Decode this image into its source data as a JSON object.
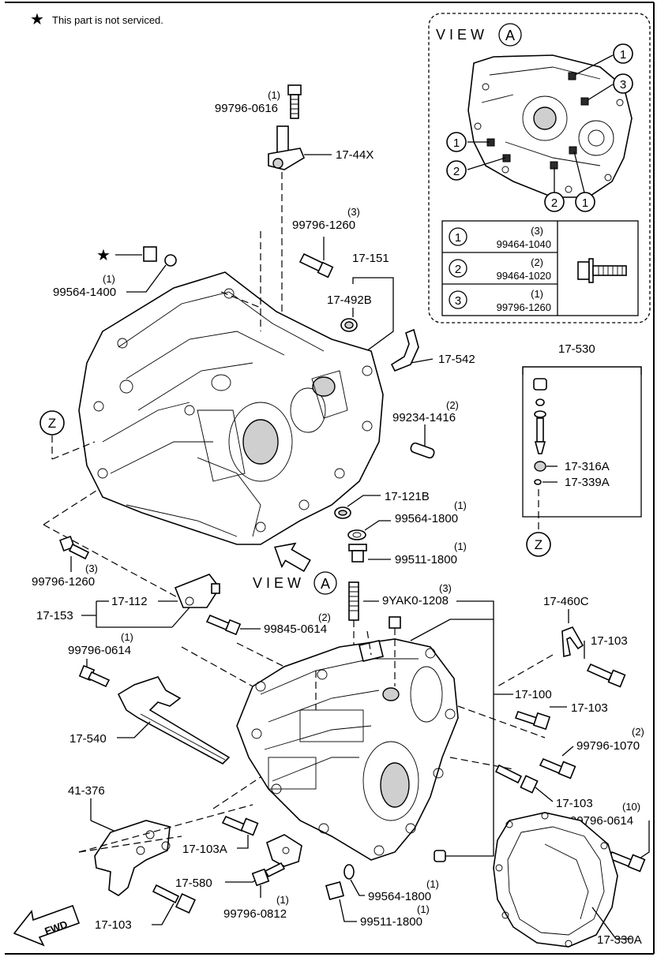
{
  "note": {
    "star": "★",
    "text": "This part is not serviced."
  },
  "view_a_box": {
    "title": "VIEW",
    "circle_letter": "A",
    "callouts": [
      "1",
      "3",
      "1",
      "2",
      "2",
      "1"
    ],
    "table": [
      {
        "num": "1",
        "qty": "(3)",
        "part": "99464-1040"
      },
      {
        "num": "2",
        "qty": "(2)",
        "part": "99464-1020"
      },
      {
        "num": "3",
        "qty": "(1)",
        "part": "99796-1260"
      }
    ]
  },
  "view_a_arrow": {
    "title": "VIEW",
    "circle_letter": "A"
  },
  "z_markers": [
    "Z",
    "Z"
  ],
  "fwd": "FWD",
  "labels": {
    "p_99796_0616_qty": "(1)",
    "p_99796_0616": "99796-0616",
    "p_17_44x": "17-44X",
    "p_99796_1260_top_qty": "(3)",
    "p_99796_1260_top": "99796-1260",
    "p_99564_1400_qty": "(1)",
    "p_99564_1400": "99564-1400",
    "p_17_151": "17-151",
    "p_17_492b": "17-492B",
    "p_17_542": "17-542",
    "p_17_530": "17-530",
    "p_99234_1416_qty": "(2)",
    "p_99234_1416": "99234-1416",
    "p_17_316a": "17-316A",
    "p_17_339a": "17-339A",
    "p_17_121b": "17-121B",
    "p_99564_1800_a_qty": "(1)",
    "p_99564_1800_a": "99564-1800",
    "p_99511_1800_a_qty": "(1)",
    "p_99511_1800_a": "99511-1800",
    "p_99796_1260_left": "99796-1260",
    "p_99796_1260_left_qty": "(3)",
    "p_17_153": "17-153",
    "p_17_112": "17-112",
    "p_9yak0_1208_qty": "(3)",
    "p_9yak0_1208": "9YAK0-1208",
    "p_99845_0614_qty": "(2)",
    "p_99845_0614": "99845-0614",
    "p_17_460c": "17-460C",
    "p_17_103_a": "17-103",
    "p_99796_0614_qty": "(1)",
    "p_99796_0614": "99796-0614",
    "p_17_100": "17-100",
    "p_17_103_b": "17-103",
    "p_17_540": "17-540",
    "p_99796_1070_qty": "(2)",
    "p_99796_1070": "99796-1070",
    "p_17_103_c": "17-103",
    "p_41_376": "41-376",
    "p_99796_0614_b_qty": "(10)",
    "p_99796_0614_b": "99796-0614",
    "p_17_103a": "17-103A",
    "p_17_580": "17-580",
    "p_99796_0812_qty": "(1)",
    "p_99796_0812": "99796-0812",
    "p_99564_1800_b_qty": "(1)",
    "p_99564_1800_b": "99564-1800",
    "p_99511_1800_b_qty": "(1)",
    "p_99511_1800_b": "99511-1800",
    "p_17_103_d": "17-103",
    "p_17_330a": "17-330A"
  }
}
